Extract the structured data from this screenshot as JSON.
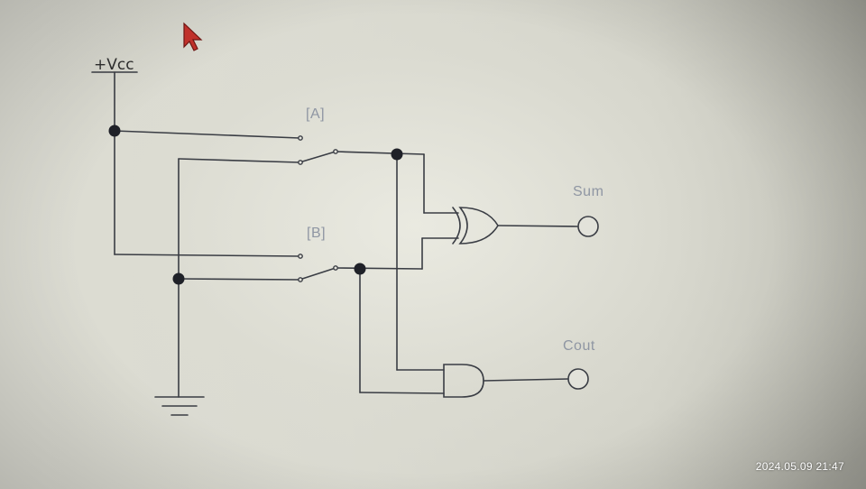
{
  "schematic": {
    "vcc_label": "+Vcc",
    "switch_a_label": "[A]",
    "switch_b_label": "[B]",
    "sum_label": "Sum",
    "cout_label": "Cout",
    "components": {
      "xor_gate": "xor-gate",
      "and_gate": "and-gate",
      "ground": "ground-symbol",
      "cursor": "red-arrow-cursor-icon"
    }
  },
  "photo": {
    "timestamp": "2024.05.09 21:47"
  }
}
